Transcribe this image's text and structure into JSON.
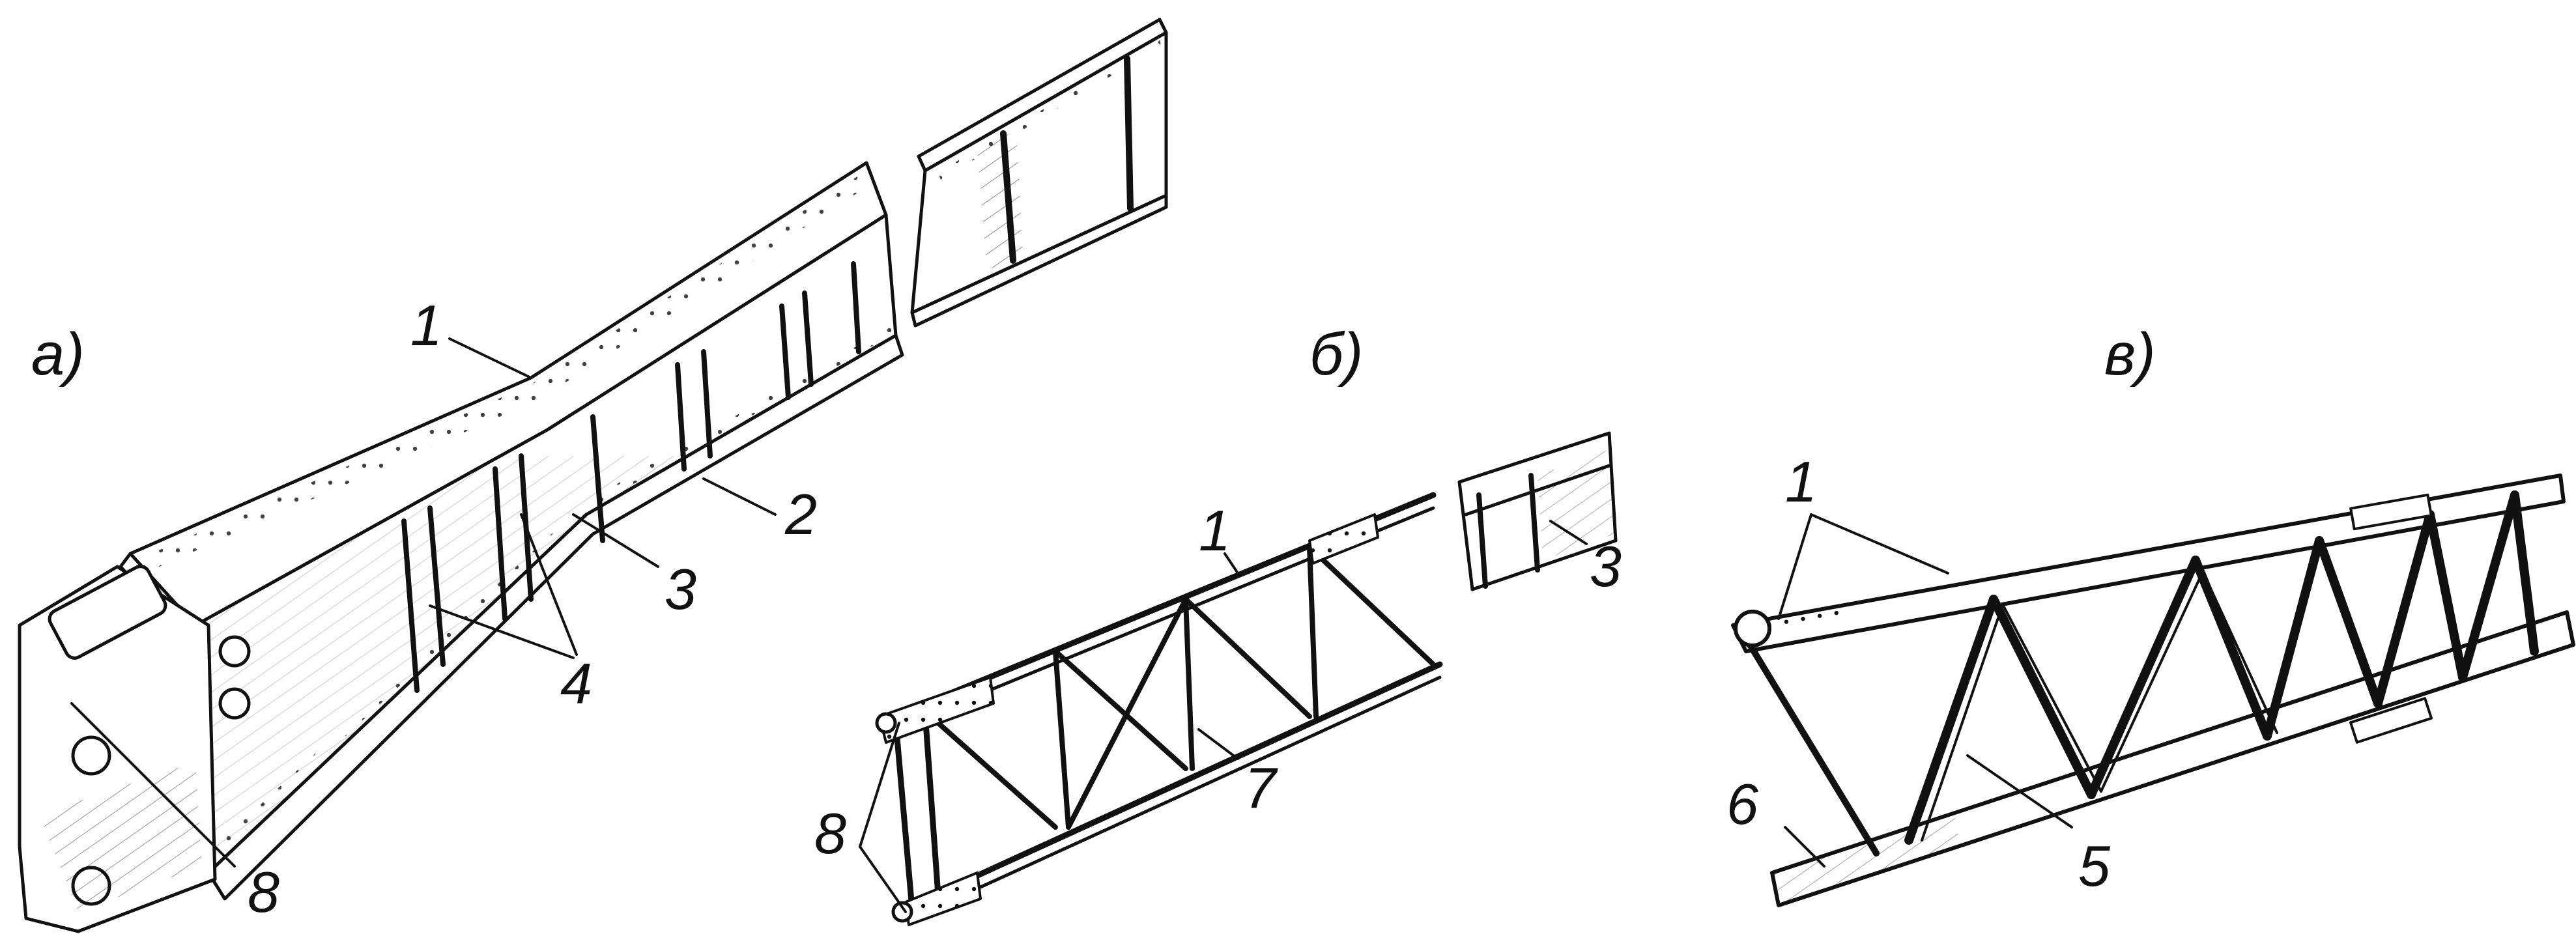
{
  "panels": [
    {
      "id": "a",
      "label": "а)"
    },
    {
      "id": "b",
      "label": "б)"
    },
    {
      "id": "v",
      "label": "в)"
    }
  ],
  "callouts": {
    "a": [
      "1",
      "2",
      "3",
      "4",
      "8"
    ],
    "b": [
      "1",
      "3",
      "7",
      "8"
    ],
    "v": [
      "1",
      "5",
      "6"
    ]
  }
}
